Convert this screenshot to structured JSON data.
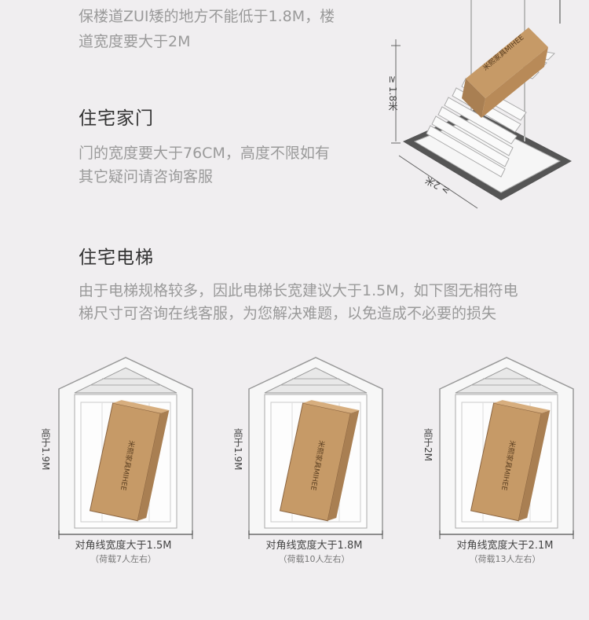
{
  "section1": {
    "lines": [
      "保楼道ZUI矮的地方不能低于1.8M，楼",
      "道宽度要大于2M"
    ]
  },
  "section2": {
    "title": "住宅家门",
    "lines": [
      "门的宽度要大于76CM，高度不限如有",
      "其它疑问请咨询客服"
    ]
  },
  "section3": {
    "title": "住宅电梯",
    "lines": [
      "由于电梯规格较多，因此电梯长宽建议大于1.5M，如下图无相符电",
      "梯尺寸可咨询在线客服，为您解决难题，以免造成不必要的损失"
    ]
  },
  "stairs": {
    "height_label": "≥ 1.8米",
    "width_label": "≥ 2米",
    "box_brand": "米熙家具MIHEE"
  },
  "elevators": [
    {
      "height_label": "高于1.9M",
      "caption": "对角线宽度大于1.5M",
      "sub": "（荷载7人左右）",
      "box_brand": "米熙家具MIHEE"
    },
    {
      "height_label": "高于1.9M",
      "caption": "对角线宽度大于1.8M",
      "sub": "（荷载10人左右）",
      "box_brand": "米熙家具MIHEE"
    },
    {
      "height_label": "高于2M",
      "caption": "对角线宽度大于2.1M",
      "sub": "（荷载13人左右）",
      "box_brand": "米熙家具MIHEE"
    }
  ],
  "colors": {
    "background": "#f0eef0",
    "heading": "#333333",
    "body_text": "#9a9a9a",
    "box": "#c69a67",
    "box_dark": "#a97f52"
  }
}
